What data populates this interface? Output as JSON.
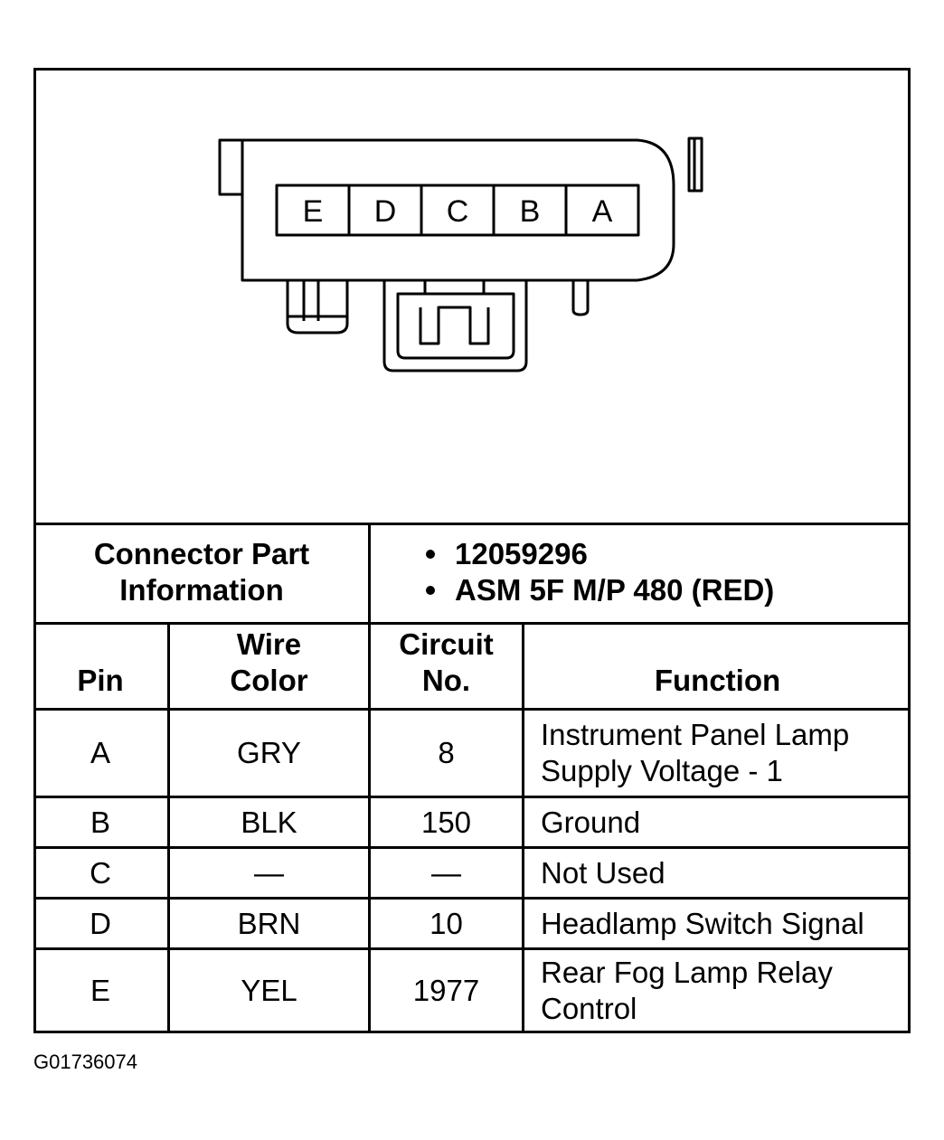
{
  "connector": {
    "pin_labels": [
      "E",
      "D",
      "C",
      "B",
      "A"
    ]
  },
  "part_info": {
    "label": "Connector Part Information",
    "label_line1": "Connector Part",
    "label_line2": "Information",
    "values": [
      "12059296",
      "ASM 5F M/P 480 (RED)"
    ]
  },
  "table": {
    "headers": {
      "pin": "Pin",
      "wire_line1": "Wire",
      "wire_line2": "Color",
      "circuit_line1": "Circuit",
      "circuit_line2": "No.",
      "function": "Function"
    },
    "rows": [
      {
        "pin": "A",
        "wire": "GRY",
        "circuit": "8",
        "function_line1": "Instrument Panel Lamp",
        "function_line2": "Supply Voltage - 1"
      },
      {
        "pin": "B",
        "wire": "BLK",
        "circuit": "150",
        "function_line1": "Ground",
        "function_line2": ""
      },
      {
        "pin": "C",
        "wire": "—",
        "circuit": "—",
        "function_line1": "Not Used",
        "function_line2": ""
      },
      {
        "pin": "D",
        "wire": "BRN",
        "circuit": "10",
        "function_line1": "Headlamp Switch Signal",
        "function_line2": ""
      },
      {
        "pin": "E",
        "wire": "YEL",
        "circuit": "1977",
        "function_line1": "Rear Fog Lamp Relay",
        "function_line2": "Control"
      }
    ]
  },
  "caption": "G01736074"
}
